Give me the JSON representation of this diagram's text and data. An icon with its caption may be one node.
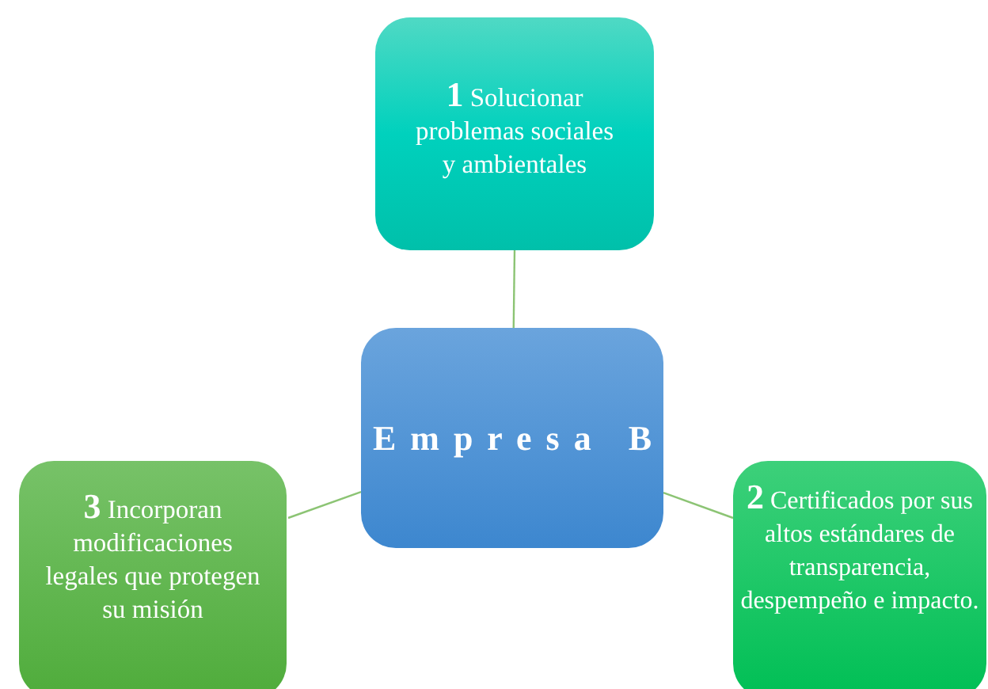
{
  "diagram": {
    "nodes": [
      {
        "text": [
          "**1** Solucionar problemas sociales y ambientales"
        ]
      },
      {
        "text": [
          "Empresa B"
        ]
      },
      {
        "text": [
          "**3** Incorporan modificaciones legales que protegen su misión"
        ]
      },
      {
        "text": [
          "**2** Certificados por sus altos estándares de transparencia, despempeño e impacto."
        ]
      }
    ],
    "edges": [
      {
        "from": 1,
        "to": 0,
        "arrow": "none"
      },
      {
        "from": 1,
        "to": 2,
        "arrow": "none"
      },
      {
        "from": 1,
        "to": 3,
        "arrow": "none"
      }
    ]
  }
}
